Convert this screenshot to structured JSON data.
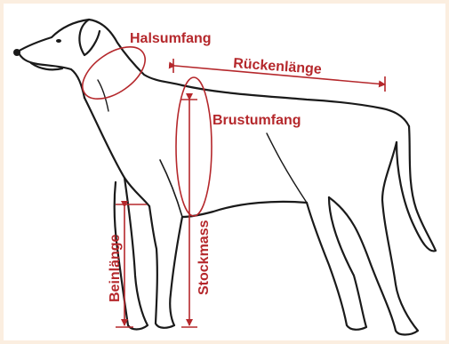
{
  "diagram": {
    "labels": {
      "neck": "Halsumfang",
      "back": "Rückenlänge",
      "chest": "Brustumfang",
      "withers": "Stockmass",
      "leg": "Beinlänge"
    },
    "colors": {
      "background_border": "#fbeee0",
      "panel": "#ffffff",
      "measure": "#b5282c",
      "outline": "#1a1a1a"
    }
  }
}
